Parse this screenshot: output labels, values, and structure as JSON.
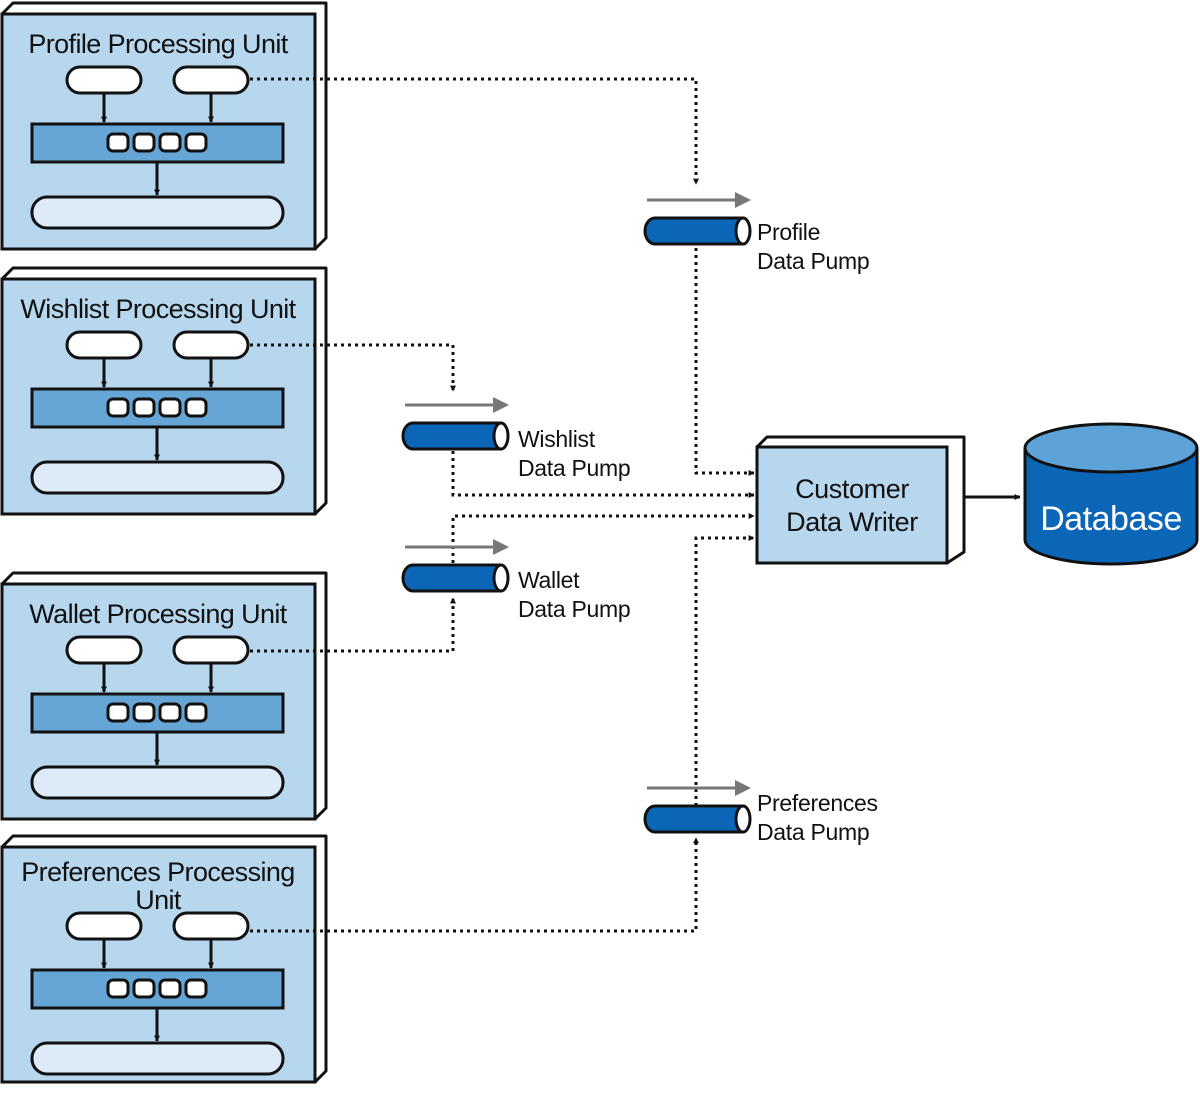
{
  "processing_units": [
    {
      "title_lines": [
        "Profile Processing Unit"
      ]
    },
    {
      "title_lines": [
        "Wishlist Processing Unit"
      ]
    },
    {
      "title_lines": [
        "Wallet Processing Unit"
      ]
    },
    {
      "title_lines": [
        "Preferences Processing",
        "Unit"
      ]
    }
  ],
  "data_pumps": [
    {
      "label_lines": [
        "Profile",
        "Data Pump"
      ]
    },
    {
      "label_lines": [
        "Wishlist",
        "Data Pump"
      ]
    },
    {
      "label_lines": [
        "Wallet",
        "Data Pump"
      ]
    },
    {
      "label_lines": [
        "Preferences",
        "Data Pump"
      ]
    }
  ],
  "writer": {
    "label_lines": [
      "Customer",
      "Data Writer"
    ]
  },
  "database": {
    "label": "Database"
  },
  "colors": {
    "unit_fill": "#b7d7ee",
    "queue_fill": "#66a6d6",
    "pump_fill": "#0b66b7",
    "writer_fill": "#b7d7ee",
    "db_fill": "#0b66b7",
    "db_top": "#5ea3d8",
    "flow_arrow": "#777777",
    "line": "#111111"
  }
}
